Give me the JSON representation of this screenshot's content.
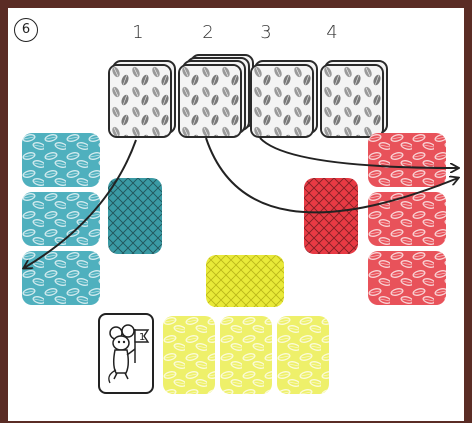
{
  "step_number": "6",
  "deck_labels": [
    "1",
    "2",
    "3",
    "4"
  ],
  "mouse_flag_number": "1",
  "colors": {
    "border": "#5a2c25",
    "teal": "#4fb0be",
    "red": "#e8525a",
    "yellow": "#eef06a",
    "deck_face": "#f4f4f4",
    "arrow": "#222222"
  },
  "icons": {
    "leaf_pattern": "leaf-pattern-icon",
    "mesh_pattern": "crosshatch-pattern-icon",
    "mouse": "mouse-with-flag-icon"
  }
}
